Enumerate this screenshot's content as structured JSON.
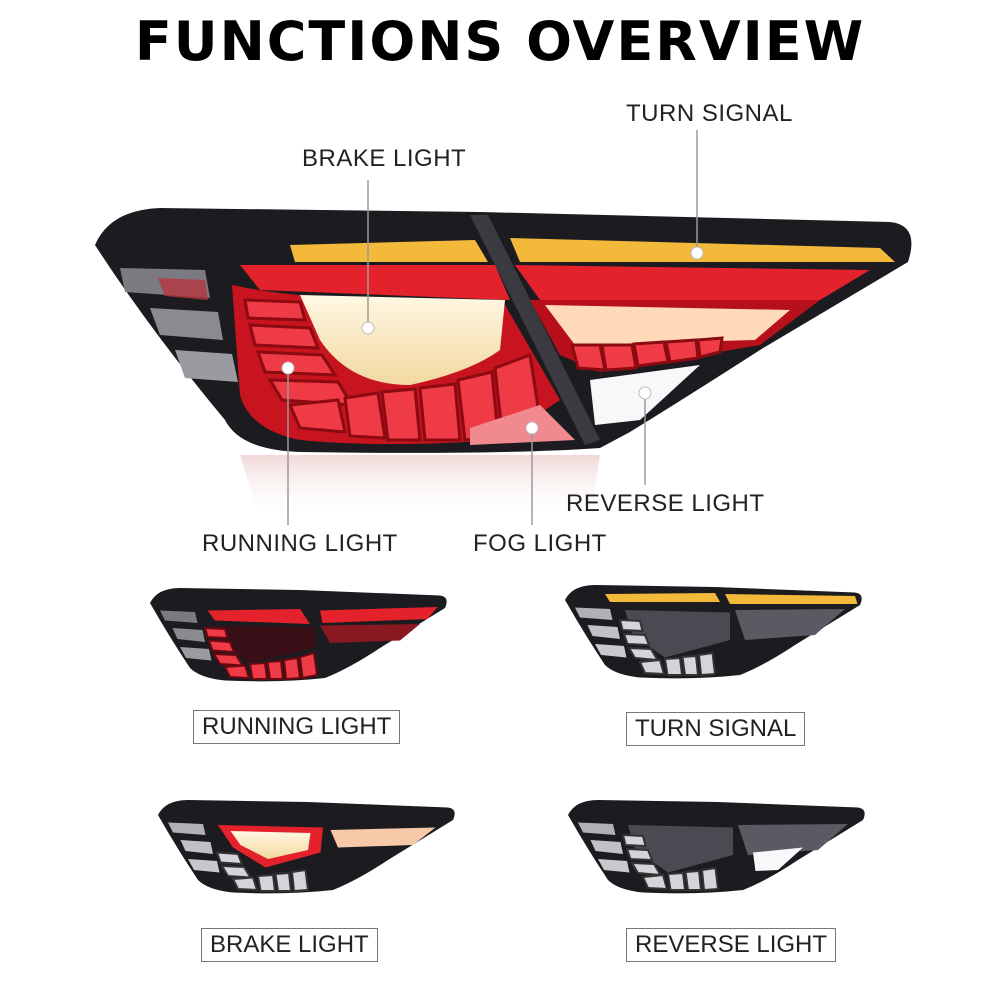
{
  "title": "FUNCTIONS OVERVIEW",
  "callouts": {
    "brake": "BRAKE LIGHT",
    "turn": "TURN SIGNAL",
    "running": "RUNNING LIGHT",
    "fog": "FOG LIGHT",
    "reverse": "REVERSE LIGHT"
  },
  "modes": [
    {
      "label": "RUNNING LIGHT"
    },
    {
      "label": "TURN SIGNAL"
    },
    {
      "label": "BRAKE LIGHT"
    },
    {
      "label": "REVERSE LIGHT"
    }
  ],
  "colors": {
    "housing": "#1e1e22",
    "red": "#e3222c",
    "amber": "#f2b93a",
    "white_led": "#fff4d6"
  }
}
